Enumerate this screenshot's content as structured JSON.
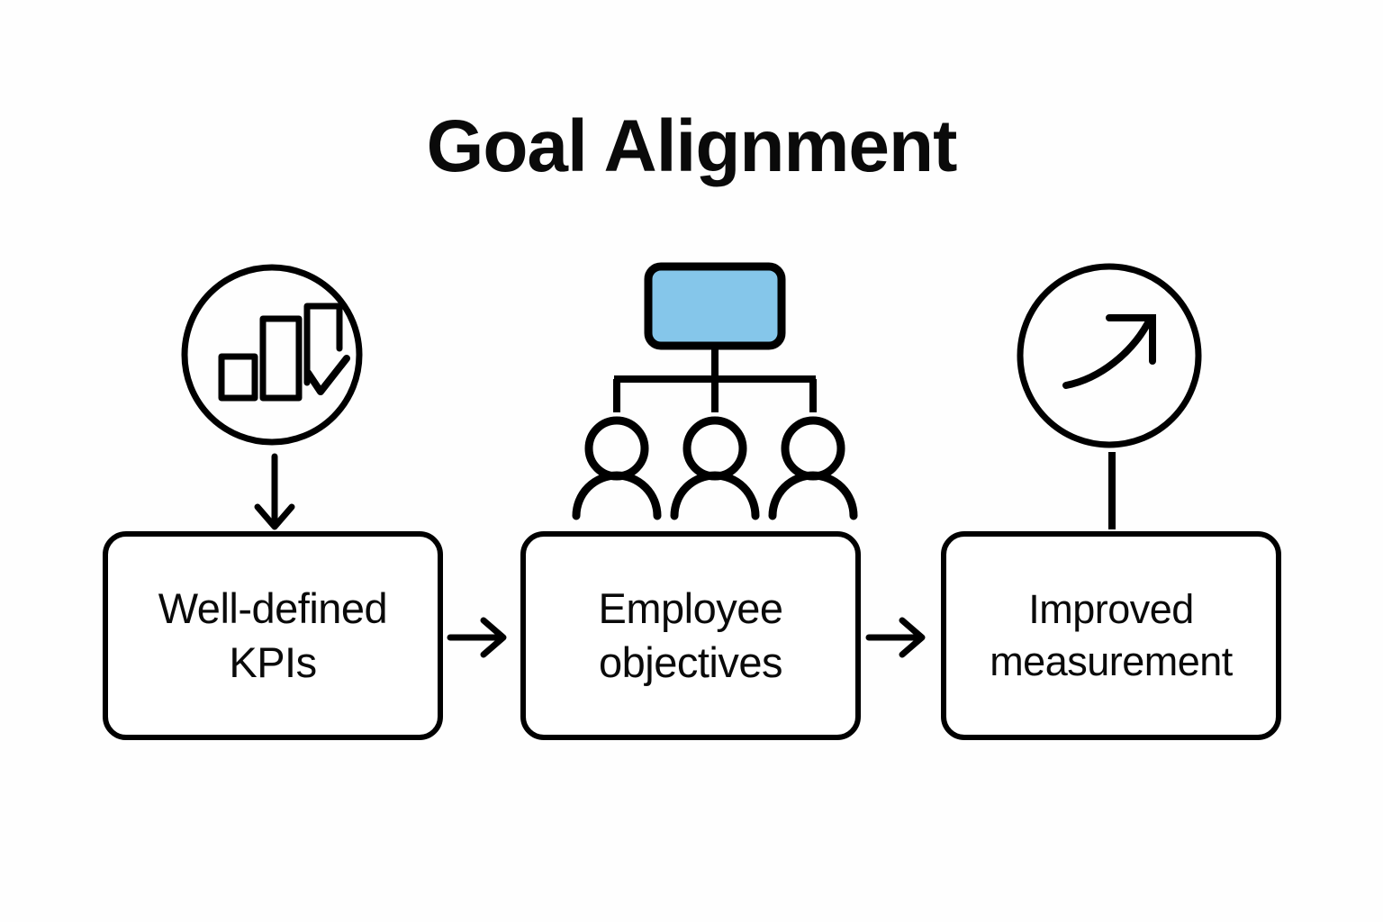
{
  "page": {
    "title": "Goal Alignment",
    "background_color": "#fefefe",
    "stroke_color": "#000000",
    "accent_color": "#85c6ea"
  },
  "flow": {
    "steps": [
      {
        "id": "well-defined-kpis",
        "label_line1": "Well-defined",
        "label_line2": "KPIs",
        "icon": "bar-chart-check-circle-icon",
        "connector_to_box": "down-arrow"
      },
      {
        "id": "employee-objectives",
        "label_line1": "Employee",
        "label_line2": "objectives",
        "icon": "org-chart-people-icon",
        "connector_to_box": "none"
      },
      {
        "id": "improved-measurement",
        "label_line1": "Improved",
        "label_line2": "measurement",
        "icon": "growth-arrow-circle-icon",
        "connector_to_box": "plain-line"
      }
    ],
    "between_step_connectors": [
      {
        "from": "well-defined-kpis",
        "to": "employee-objectives",
        "type": "right-arrow"
      },
      {
        "from": "employee-objectives",
        "to": "improved-measurement",
        "type": "right-arrow"
      }
    ]
  },
  "icons": {
    "bar_chart": {
      "name": "bar-chart-check-circle-icon",
      "description": "circle containing three ascending bars with a checkmark"
    },
    "org_chart": {
      "name": "org-chart-people-icon",
      "description": "blue manager node above three person figures",
      "node_fill": "#85c6ea",
      "people_count": 3
    },
    "growth": {
      "name": "growth-arrow-circle-icon",
      "description": "circle containing an upward curving arrow"
    }
  }
}
